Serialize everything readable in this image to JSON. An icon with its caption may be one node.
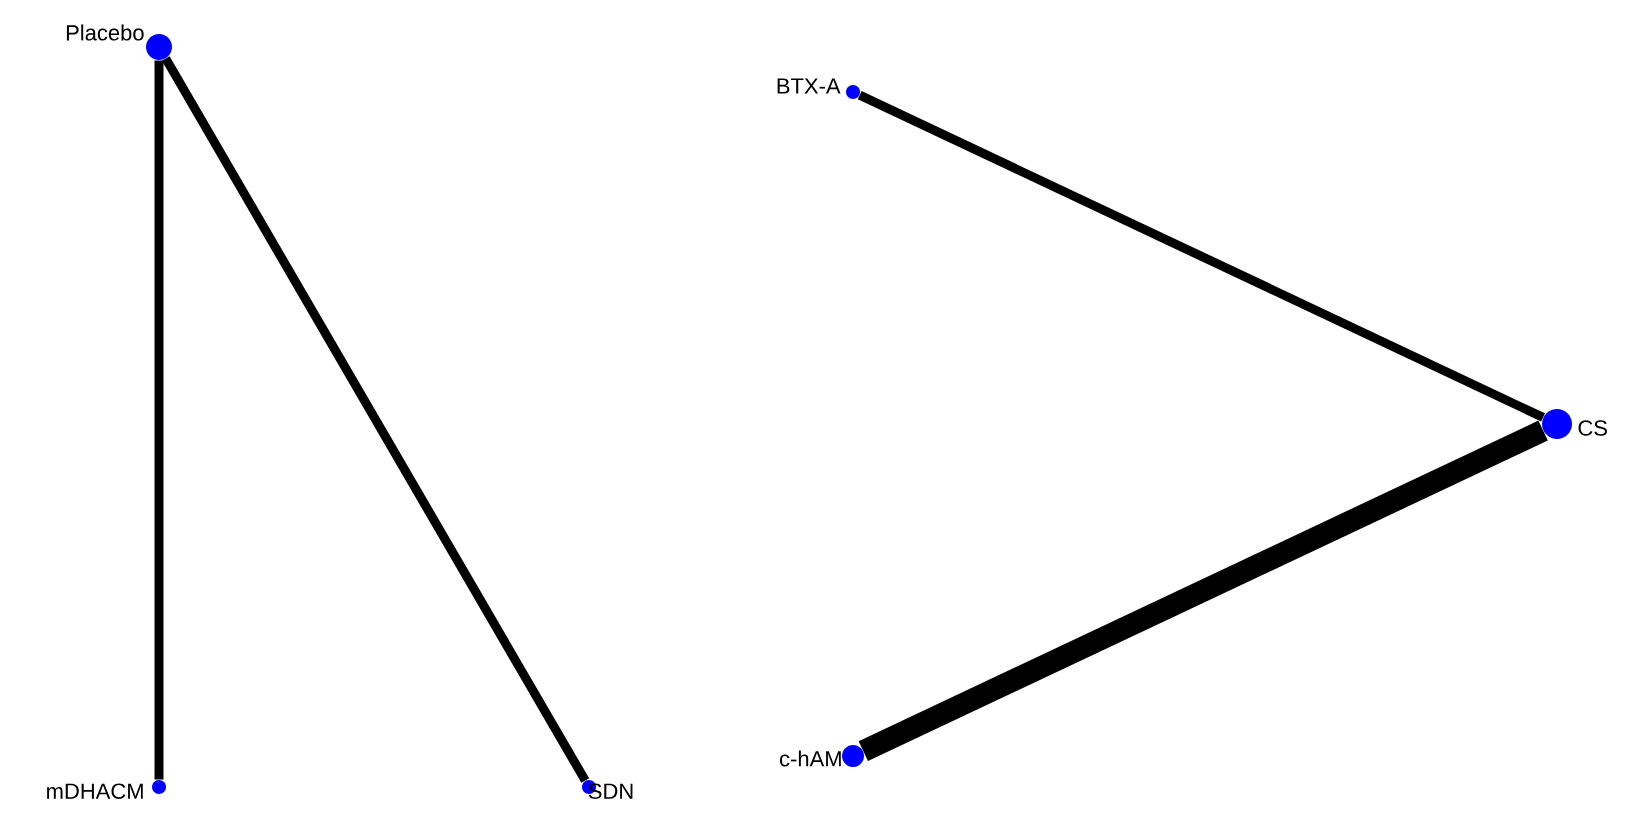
{
  "diagram": {
    "nodes": [
      {
        "text": [],
        "shape": "circle",
        "beside": [
          "Placebo"
        ]
      },
      {
        "text": [],
        "shape": "circle",
        "beside": [
          "mDHACM"
        ]
      },
      {
        "text": [],
        "shape": "circle",
        "beside": [
          "SDN"
        ]
      },
      {
        "text": [],
        "shape": "circle",
        "beside": [
          "BTX-A"
        ]
      },
      {
        "text": [],
        "shape": "circle",
        "beside": [
          "CS"
        ]
      },
      {
        "text": [],
        "shape": "circle",
        "beside": [
          "c-hAM"
        ]
      }
    ],
    "edges": [
      {
        "from": 0,
        "to": 1,
        "arrow": "none"
      },
      {
        "from": 0,
        "to": 2,
        "arrow": "none"
      },
      {
        "from": 3,
        "to": 4,
        "arrow": "none"
      },
      {
        "from": 4,
        "to": 5,
        "arrow": "none",
        "style": "thick"
      }
    ]
  }
}
